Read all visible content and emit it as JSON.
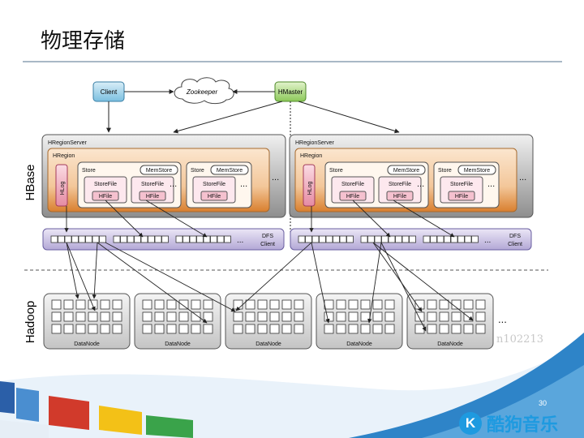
{
  "slide": {
    "title": "物理存储",
    "watermark": "n102213",
    "page_number": "30",
    "logo_text": "酷狗音乐",
    "logo_mark": "K"
  },
  "diagram": {
    "client": "Client",
    "zookeeper": "Zookeeper",
    "hmaster": "HMaster",
    "hbase_label": "HBase",
    "hadoop_label": "Hadoop",
    "region_server": "HRegionServer",
    "region": "HRegion",
    "store": "Store",
    "memstore": "MemStore",
    "storefile": "StoreFile",
    "hfile": "HFile",
    "hlog": "HLog",
    "dfs_line1": "DFS",
    "dfs_line2": "Client",
    "datanode": "DataNode",
    "ellipsis": "..."
  },
  "colors": {
    "region_server_fill": "#d9d9d9",
    "region_fill": "#f2c79b",
    "region_bottom": "#d97f2e",
    "client_fill": "#9fd0e8",
    "hmaster_fill": "#b9e08a",
    "hlog_fill": "#f2b4c4",
    "dfs_fill": "#cfc7e6",
    "accent_blue": "#1e9ae0"
  }
}
